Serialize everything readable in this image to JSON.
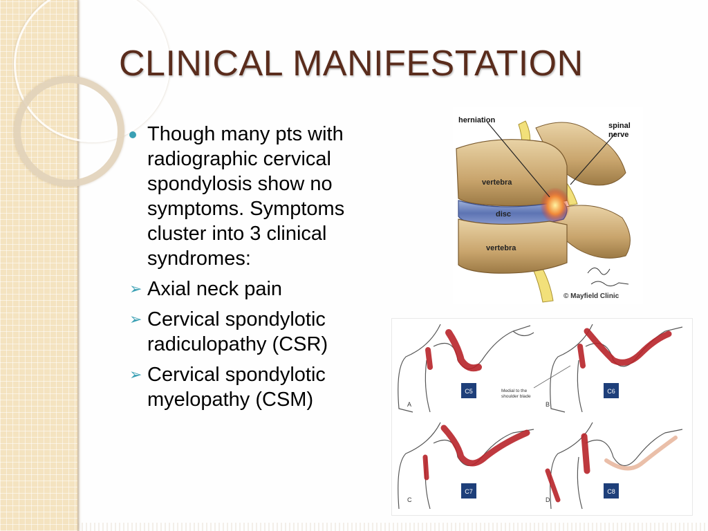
{
  "slide": {
    "title": "CLINICAL MANIFESTATION",
    "intro": "Though many pts with radiographic cervical spondylosis show no symptoms. Symptoms cluster into 3 clinical syndromes:",
    "syndromes": [
      "Axial neck pain",
      "Cervical spondylotic radiculopathy (CSR)",
      "Cervical spondylotic myelopathy (CSM)"
    ]
  },
  "spine_figure": {
    "labels": {
      "herniation": "herniation",
      "spinal_nerve_1": "spinal",
      "spinal_nerve_2": "nerve",
      "vertebra_top": "vertebra",
      "disc": "disc",
      "vertebra_bottom": "vertebra",
      "credit": "© Mayfield Clinic"
    }
  },
  "dermatome_figure": {
    "panels": [
      {
        "letter": "A",
        "level": "C5"
      },
      {
        "letter": "B",
        "level": "C6"
      },
      {
        "letter": "C",
        "level": "C7"
      },
      {
        "letter": "D",
        "level": "C8"
      }
    ],
    "callout_1": "Medial to the",
    "callout_2": "shoulder blade"
  },
  "colors": {
    "title": "#5a2c1c",
    "bullet": "#3aa0b4",
    "band": "#f4e3c0",
    "level_box": "#1e3f7a",
    "pain_red": "#b8242a"
  }
}
